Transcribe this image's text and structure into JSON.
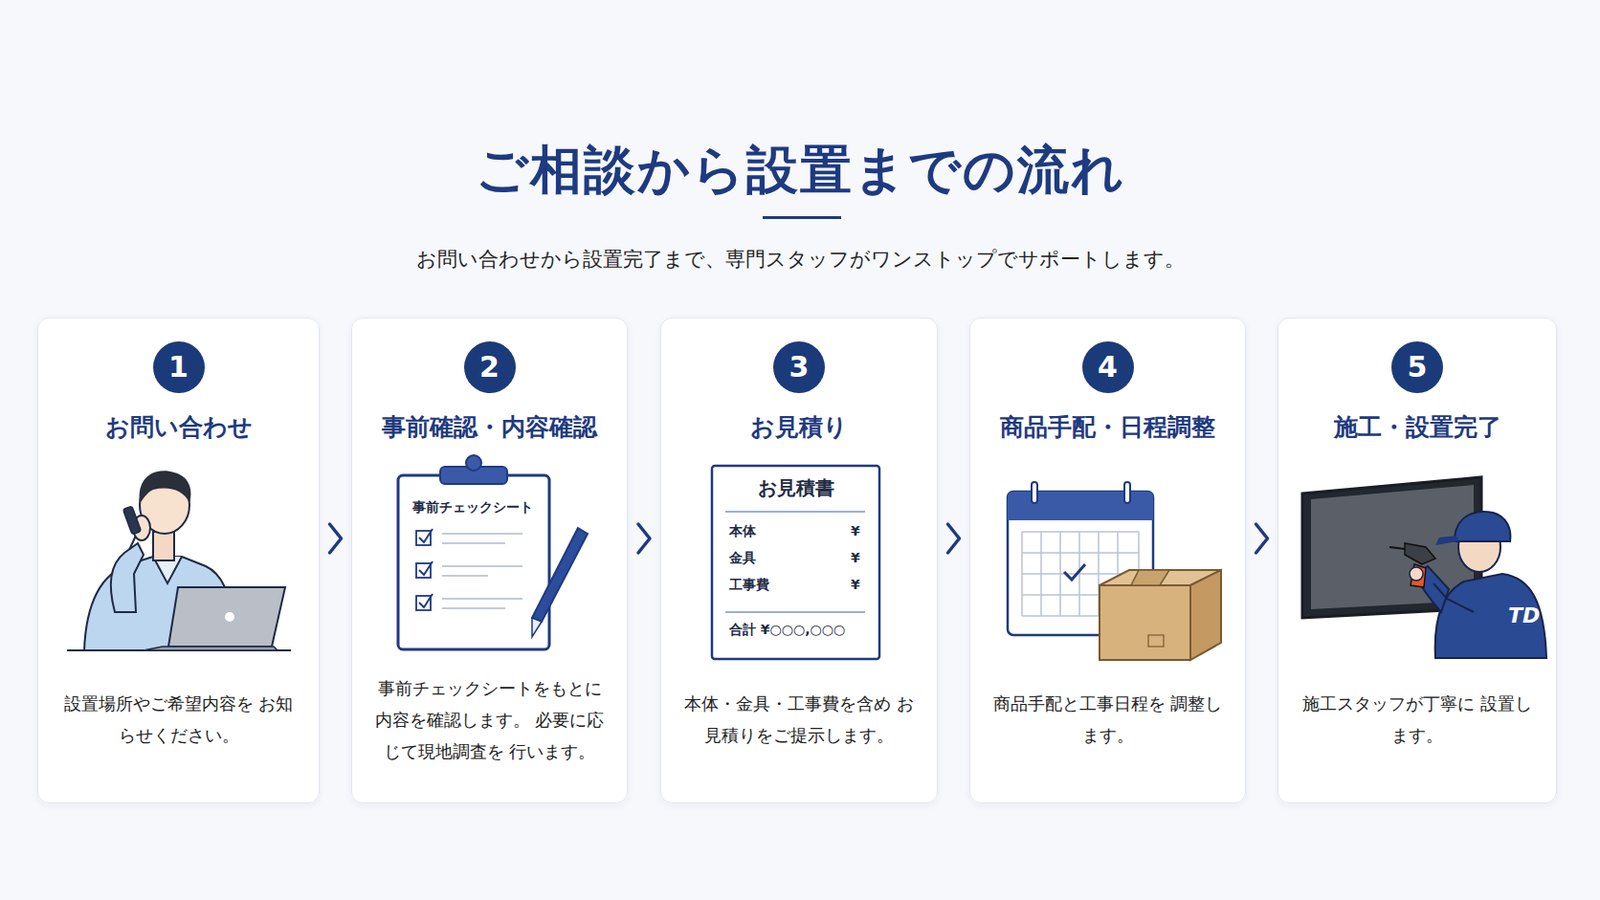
{
  "diagram": {
    "title": "ご相談から設置までの流れ",
    "caption": "お問い合わせから設置完了まで、専門スタッフがワンストップでサポートします。",
    "nodes": [
      {
        "text": [
          "お問い合わせ",
          "設置場所やご希望内容を お知らせください。"
        ]
      },
      {
        "text": [
          "1"
        ],
        "in": 0
      },
      {
        "text": [
          "事前確認・内容確認",
          "事前チェックシートをもとに 内容を確認します。 必要に応じて現地調査を 行います。"
        ]
      },
      {
        "text": [
          "2"
        ],
        "in": 2
      },
      {
        "text": [
          "お見積り",
          "本体・金具・工事費を含め お見積りをご提示します。"
        ]
      },
      {
        "text": [
          "3"
        ],
        "in": 4
      },
      {
        "text": [
          "商品手配・日程調整",
          "商品手配と工事日程を 調整します。"
        ]
      },
      {
        "text": [
          "4"
        ],
        "in": 6
      },
      {
        "text": [
          "施工・設置完了",
          "施工スタッフが丁寧に 設置します。"
        ]
      },
      {
        "text": [
          "5"
        ],
        "in": 8
      }
    ],
    "edges": [
      {
        "from": 0,
        "to": 2,
        "arrow": "to"
      },
      {
        "from": 2,
        "to": 4,
        "arrow": "to"
      },
      {
        "from": 4,
        "to": 6,
        "arrow": "to"
      },
      {
        "from": 6,
        "to": 8,
        "arrow": "to"
      }
    ],
    "labels": [
      "事前チェックシート",
      "お見積書",
      "本体",
      "¥",
      "金具",
      "¥",
      "工事費",
      "¥",
      "合計 ¥○○○,○○○",
      "TD"
    ]
  }
}
